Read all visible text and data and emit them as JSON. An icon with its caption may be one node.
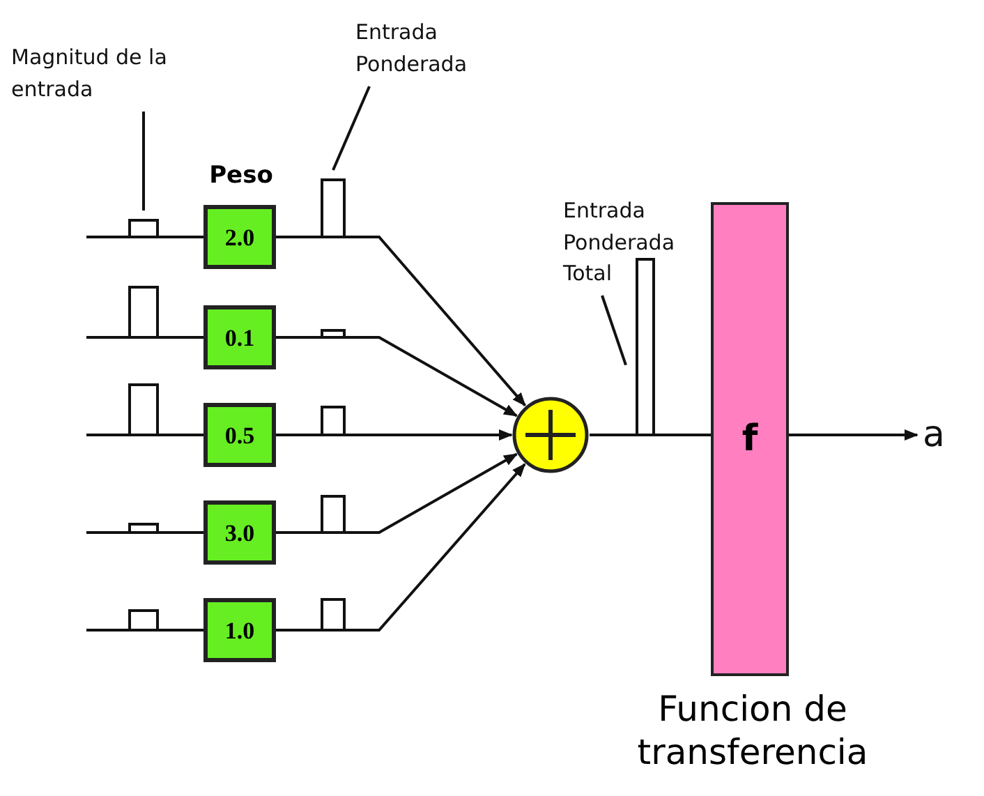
{
  "diagram": {
    "nodes": [
      {
        "text": [
          "Magnitud de la entrada"
        ]
      },
      {
        "text": [],
        "shape": "picture"
      },
      {
        "text": [
          "2.0"
        ]
      },
      {
        "text": [
          "0.1"
        ]
      },
      {
        "text": [
          "0.5"
        ]
      },
      {
        "text": [
          "3.0"
        ]
      },
      {
        "text": [
          "1.0"
        ]
      },
      {
        "text": [
          "Entrada Ponderada"
        ]
      },
      {
        "text": [],
        "shape": "picture"
      },
      {
        "text": [],
        "shape": "circle"
      },
      {
        "text": [
          "Entrada Ponderada Total"
        ]
      },
      {
        "text": [],
        "shape": "picture"
      },
      {
        "text": [
          "f"
        ],
        "beside": [
          "Funcion de transferencia"
        ]
      },
      {
        "text": [
          "a"
        ]
      }
    ],
    "edges": [
      {
        "from": null,
        "to": 2,
        "arrow": "none"
      },
      {
        "from": null,
        "to": 3,
        "arrow": "none"
      },
      {
        "from": null,
        "to": 4,
        "arrow": "none"
      },
      {
        "from": null,
        "to": 5,
        "arrow": "none"
      },
      {
        "from": null,
        "to": 6,
        "arrow": "none"
      },
      {
        "from": 2,
        "to": 9,
        "arrow": "to"
      },
      {
        "from": 3,
        "to": 9,
        "arrow": "to"
      },
      {
        "from": 4,
        "to": 9,
        "arrow": "to"
      },
      {
        "from": 5,
        "to": 9,
        "arrow": "to"
      },
      {
        "from": 6,
        "to": 9,
        "arrow": "to"
      },
      {
        "from": 9,
        "to": 12,
        "arrow": "none"
      },
      {
        "from": 12,
        "to": 13,
        "arrow": "to"
      },
      {
        "from": 0,
        "to": 1,
        "arrow": "none"
      },
      {
        "from": 7,
        "to": 8,
        "arrow": "none"
      },
      {
        "from": 10,
        "to": 11,
        "arrow": "none"
      }
    ],
    "labels": [
      "Peso"
    ]
  }
}
